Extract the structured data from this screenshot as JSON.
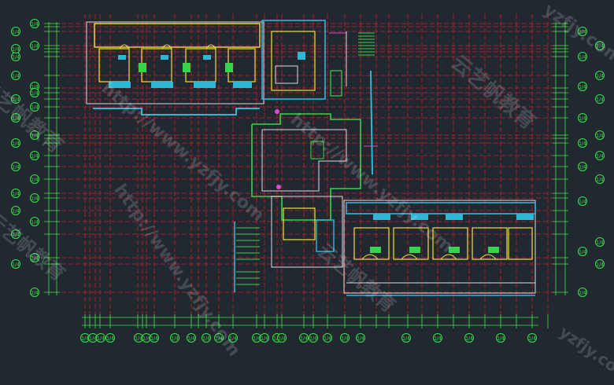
{
  "drawing": {
    "background": "#212830",
    "colors": {
      "axis_red": "#c8202a",
      "axis_bubble": "#39e24a",
      "wall_yellow": "#f2e13a",
      "wall_cyan": "#2fb7d6",
      "white_line": "#d8dde2",
      "magenta": "#d94bd6",
      "green": "#36d44a"
    },
    "left_axis_labels": [
      "1/4",
      "1/4",
      "1/4",
      "1/4",
      "1/4",
      "1/4",
      "1/4",
      "1/4",
      "1/4",
      "1/4",
      "1/4",
      "1/4",
      "1/4",
      "1/4",
      "1/4",
      "1/4",
      "1/4",
      "1/4",
      "1/4",
      "1/4",
      "1/4",
      "1/4",
      "1/4",
      "1/4"
    ],
    "right_axis_labels": [
      "1/4",
      "1/4",
      "1/4",
      "1/4",
      "1/4",
      "1/4",
      "1/4",
      "1/4",
      "1/4",
      "1/4",
      "1/4",
      "1/4",
      "1/4",
      "1/4",
      "1/4",
      "1/4",
      "1/4"
    ],
    "bottom_axis_labels": [
      "1/4",
      "1/4",
      "1/4",
      "1/4",
      "1/4",
      "1/4",
      "1/4",
      "1/4",
      "1/4",
      "1/4",
      "1/4",
      "1/4",
      "1/4",
      "1/4",
      "1/4",
      "1/4",
      "1/4",
      "1/4",
      "1/4",
      "1/4",
      "1/4",
      "1/4",
      "1/4",
      "1/4",
      "1/4",
      "1/4"
    ]
  },
  "watermarks": [
    {
      "text": "云艺帆教育",
      "style": "a"
    },
    {
      "text": "http://www.yzfjy.com",
      "style": "b"
    },
    {
      "text": "云艺帆教育",
      "style": "c"
    },
    {
      "text": "http://www.yzfjy.com",
      "style": "d"
    },
    {
      "text": "云艺帆教育",
      "style": "e"
    },
    {
      "text": "http://www.yzfjy.com",
      "style": "f"
    },
    {
      "text": "云艺帆教育",
      "style": "g"
    },
    {
      "text": "yzfjy.com",
      "style": "h"
    },
    {
      "text": "yzfjy.com",
      "style": "i"
    }
  ]
}
